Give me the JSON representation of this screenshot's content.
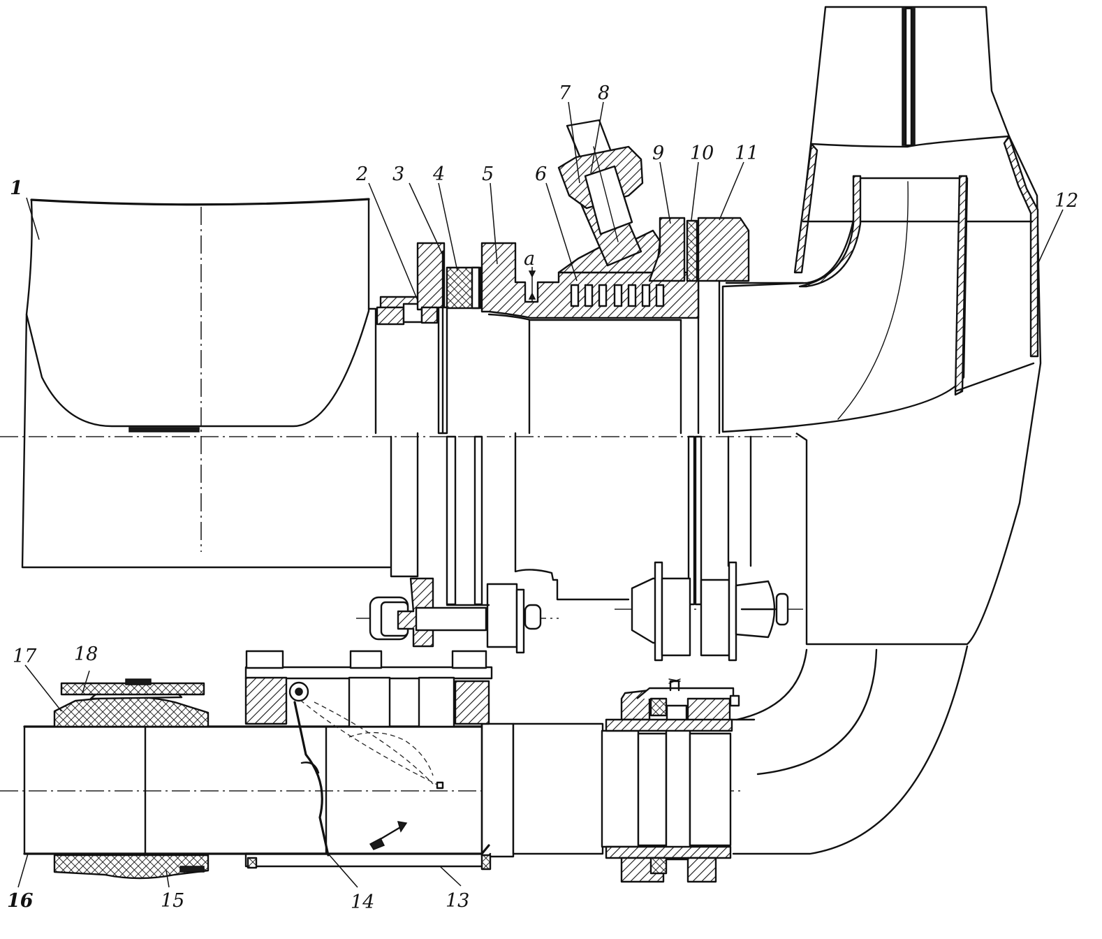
{
  "drawing": {
    "part_numbers": [
      "1",
      "2",
      "3",
      "4",
      "5",
      "6",
      "7",
      "8",
      "9",
      "10",
      "11",
      "12",
      "13",
      "14",
      "15",
      "16",
      "17",
      "18"
    ],
    "dimension_label": "a"
  },
  "icons": {
    "flow-arrow": "flow-direction-arrow-icon"
  },
  "colors": {
    "line": "#111111",
    "background": "#ffffff"
  }
}
